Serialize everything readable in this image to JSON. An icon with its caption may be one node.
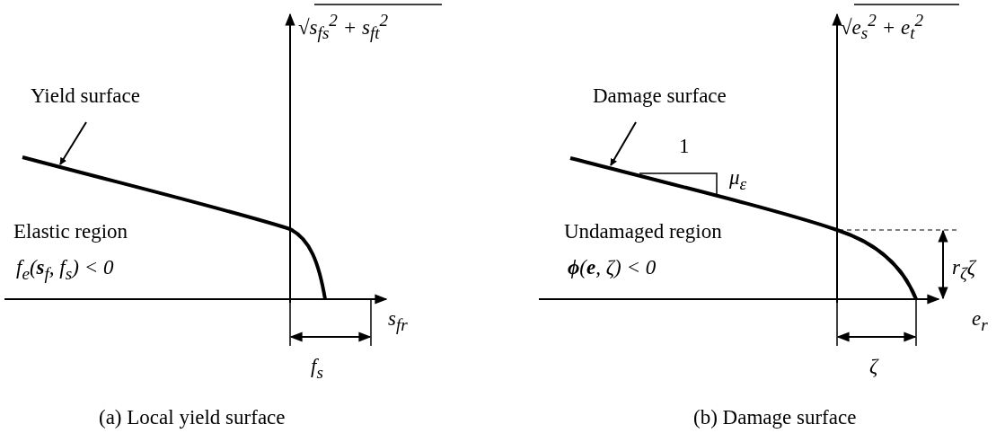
{
  "diagram": {
    "nodes": [
      {
        "text": [
          "Yield surface"
        ]
      },
      {
        "text": [],
        "shape": "curve"
      },
      {
        "text": [
          "Damage surface"
        ]
      },
      {
        "text": [],
        "shape": "curve"
      }
    ],
    "edges": [
      {
        "from": 0,
        "to": 1,
        "arrow": "to"
      },
      {
        "from": 2,
        "to": 3,
        "arrow": "to"
      }
    ],
    "labels": [
      "√s$_{fs}$$^{2}$ + s$_{ft}$$^{2}$",
      "Elastic region",
      "f$_{e}$(**s**$_{f}$, f$_{s}$) < 0",
      "s$_{fr}$",
      "f$_{s}$",
      "√e$_{s}$$^{2}$ + e$_{t}$$^{2}$",
      "1",
      "μ$_{ε}$",
      "Undamaged region",
      "**ϕ**(**e**, ζ) < 0",
      "r$_{ζ}$ζ",
      "e$_{r}$",
      "ζ",
      "(a) Local yield surface",
      "(b) Damage surface"
    ]
  }
}
